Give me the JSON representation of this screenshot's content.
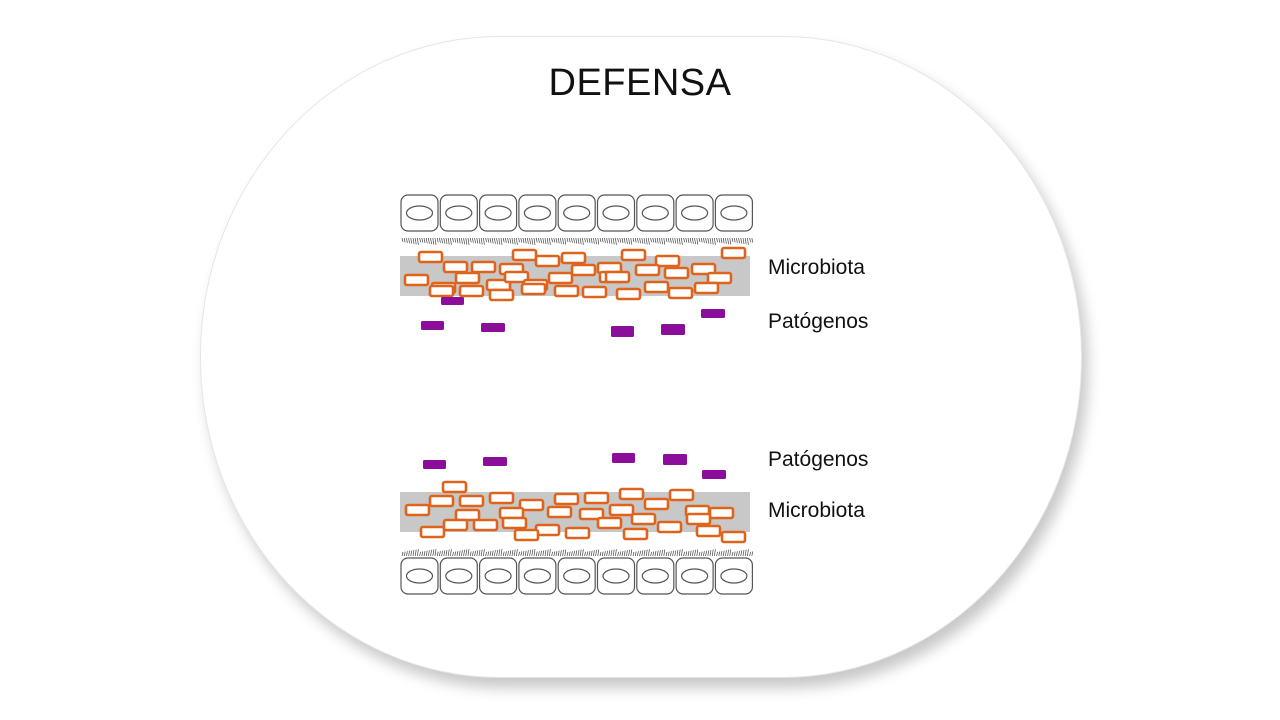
{
  "title": "DEFENSA",
  "labels": {
    "top_microbiota": "Microbiota",
    "top_pathogens": "Patógenos",
    "bottom_pathogens": "Patógenos",
    "bottom_microbiota": "Microbiota"
  },
  "colors": {
    "microbiota_outline": "#e0631c",
    "pathogen": "#8a0e9a",
    "mucus_band": "#c8c8c8",
    "cell_outline": "#555555"
  },
  "icons": [
    "epithelial-cell-icon",
    "microbiota-bacterium-icon",
    "pathogen-icon"
  ]
}
